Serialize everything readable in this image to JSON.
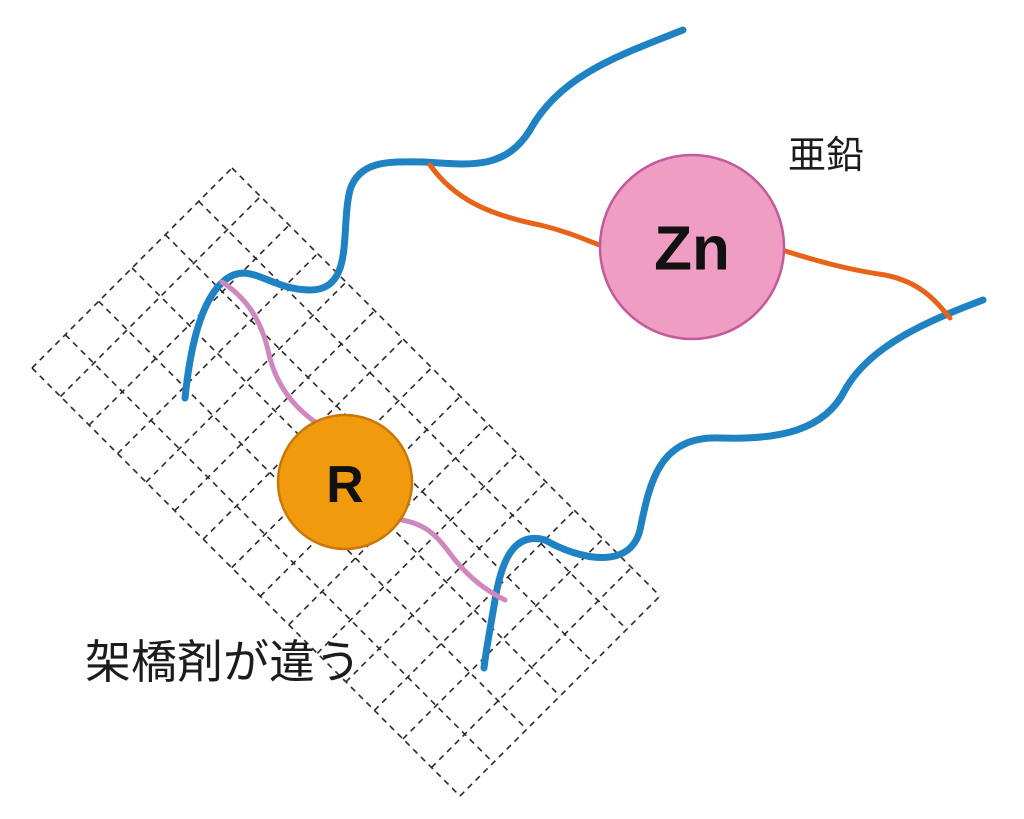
{
  "labels": {
    "zinc_symbol": "Zn",
    "zinc_name": "亜鉛",
    "crosslinker_symbol": "R",
    "caption": "架橋剤が違う"
  },
  "colors": {
    "polymer_chain": "#1f82c3",
    "zinc_bond": "#e8631a",
    "crosslinker_bond": "#d087bd",
    "zinc_fill": "#f09dc3",
    "zinc_stroke": "#c35a9c",
    "crosslinker_fill": "#f29a0e",
    "crosslinker_stroke": "#c9770a",
    "grid": "#2a2a2a"
  },
  "icons": {
    "zinc_node": "circle",
    "crosslinker_node": "circle",
    "mesh": "dashed-diagonal-grid"
  }
}
